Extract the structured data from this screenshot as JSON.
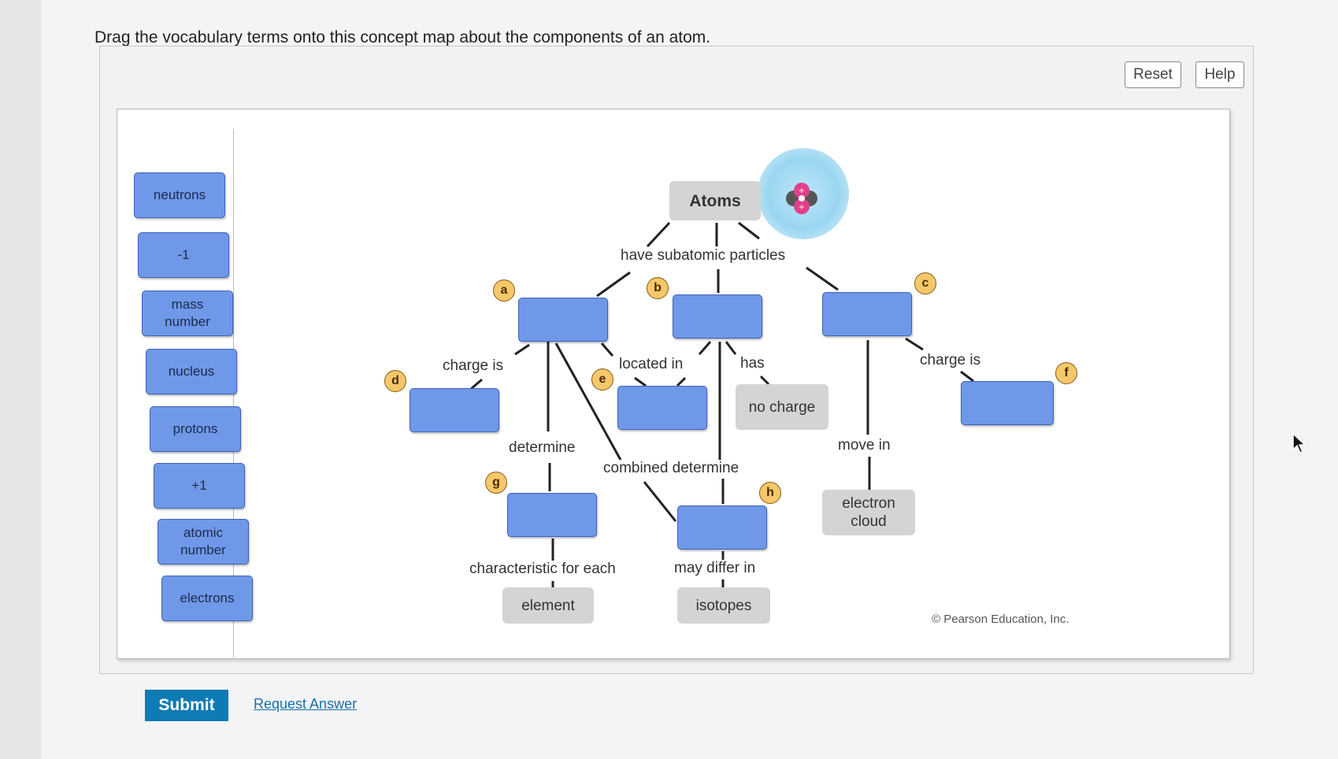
{
  "instruction": "Drag the vocabulary terms onto this concept map about the components of an atom.",
  "buttons": {
    "reset": "Reset",
    "help": "Help",
    "submit": "Submit",
    "request_answer": "Request Answer"
  },
  "terms": [
    "neutrons",
    "-1",
    "mass\nnumber",
    "nucleus",
    "protons",
    "+1",
    "atomic\nnumber",
    "electrons"
  ],
  "nodes": {
    "atoms": "Atoms",
    "no_charge": "no charge",
    "electron_cloud": "electron\ncloud",
    "element": "element",
    "isotopes": "isotopes"
  },
  "links": {
    "have_subatomic": "have subatomic particles",
    "charge_is_left": "charge is",
    "located_in": "located in",
    "has": "has",
    "charge_is_right": "charge is",
    "determine": "determine",
    "combined_determine": "combined determine",
    "move_in": "move in",
    "characteristic": "characteristic for each",
    "may_differ": "may differ in"
  },
  "badges": [
    "a",
    "b",
    "c",
    "d",
    "e",
    "f",
    "g",
    "h"
  ],
  "copyright": "© Pearson Education, Inc.",
  "icons": {
    "atom": "atom-icon",
    "cursor": "mouse-pointer-icon"
  }
}
